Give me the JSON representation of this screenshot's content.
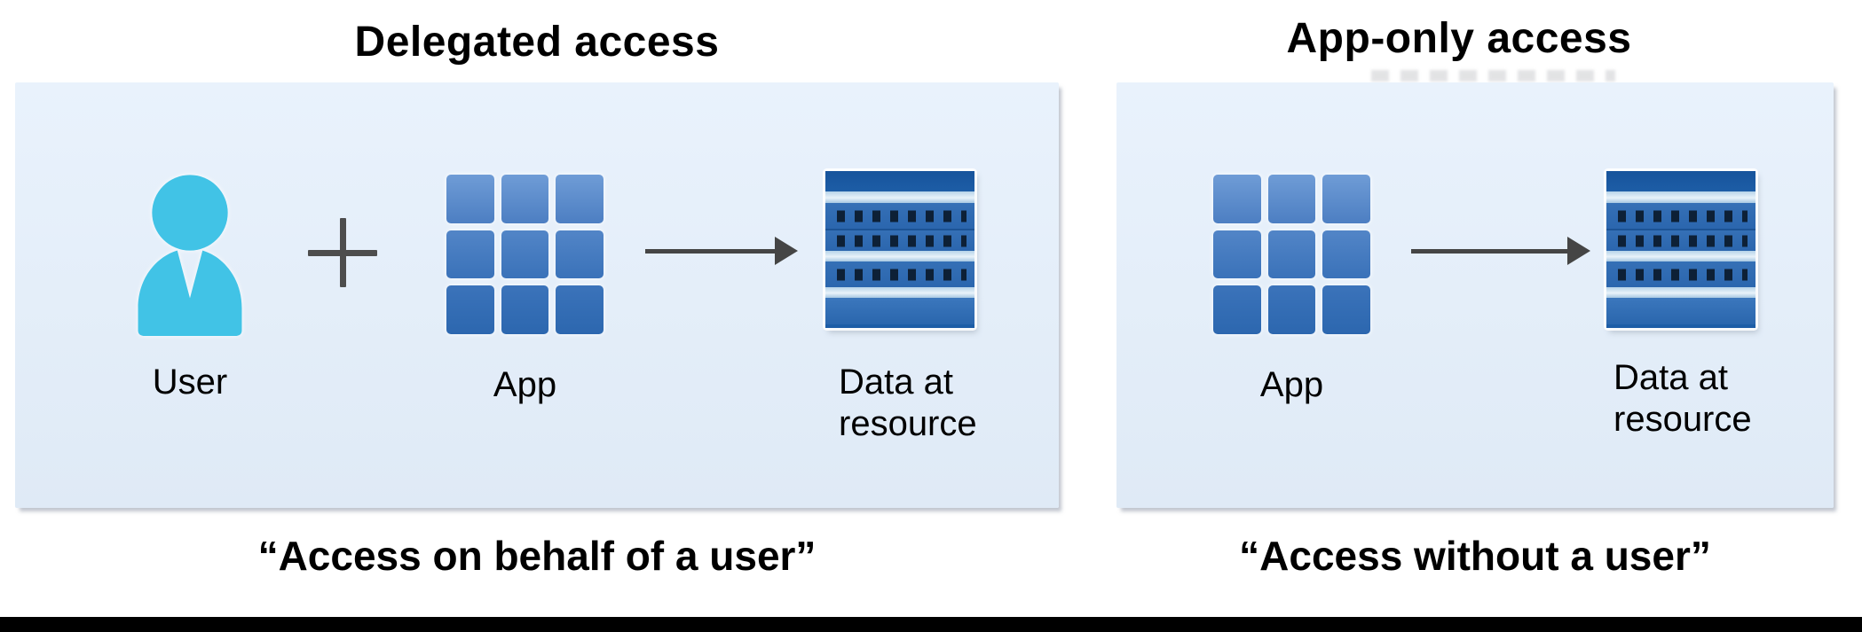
{
  "left_section": {
    "title": "Delegated access",
    "caption": "“Access on behalf of a user”",
    "user_label": "User",
    "app_label": "App",
    "data_label_line1": "Data at",
    "data_label_line2": "resource"
  },
  "right_section": {
    "title": "App-only access",
    "caption": "“Access without a user”",
    "app_label": "App",
    "data_label_line1": "Data at",
    "data_label_line2": "resource"
  },
  "colors": {
    "panel_bg_top": "#e9f2fc",
    "panel_bg_bottom": "#dfeaf6",
    "user_icon": "#41c3e6",
    "plus_sign": "#4d4d4d",
    "arrow": "#454545",
    "grid_row_top": "#6f9cd6",
    "grid_row_mid": "#5285c7",
    "grid_row_bottom": "#3b73ba",
    "data_dark": "#1d5da6",
    "data_mid": "#2b66ae",
    "data_light": "#cde1f1",
    "data_dots": "#0d2036",
    "bottom_bar": "#000000",
    "text": "#000000"
  }
}
